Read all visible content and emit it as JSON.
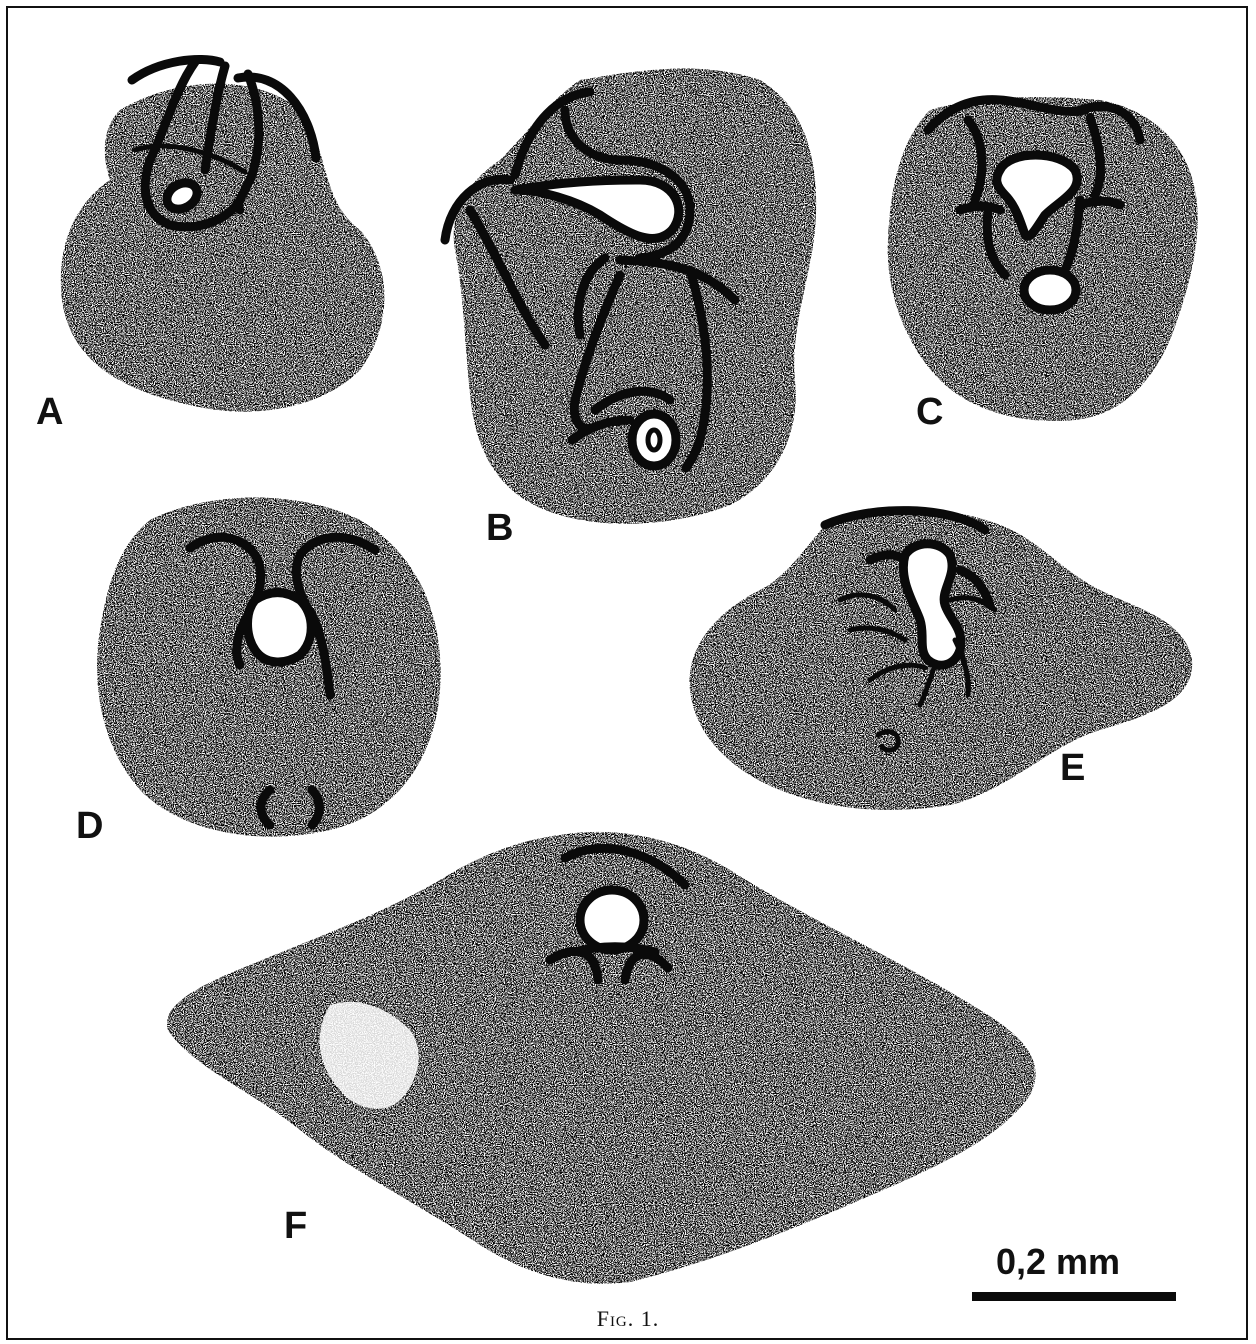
{
  "figure": {
    "panels": [
      {
        "id": "A",
        "label": "A"
      },
      {
        "id": "B",
        "label": "B"
      },
      {
        "id": "C",
        "label": "C"
      },
      {
        "id": "D",
        "label": "D"
      },
      {
        "id": "E",
        "label": "E"
      },
      {
        "id": "F",
        "label": "F"
      }
    ],
    "scale_bar": {
      "label": "0,2 mm"
    },
    "caption": "Fig. 1."
  },
  "colors": {
    "ink": "#0a0a0a",
    "paper": "#ffffff",
    "stipple": "#1a1a1a"
  }
}
